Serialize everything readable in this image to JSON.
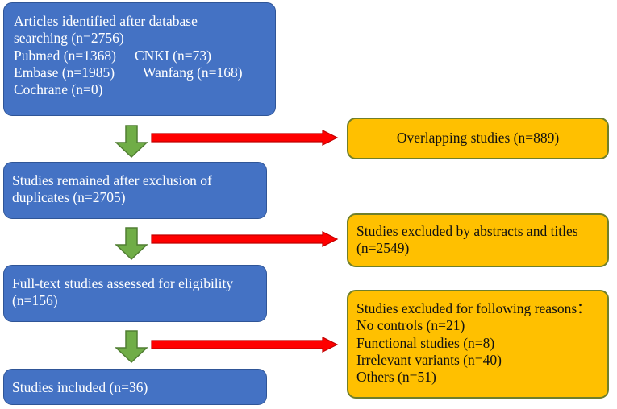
{
  "boxes": {
    "identified": {
      "title_line1": "Articles identified after database",
      "title_line2": "searching (n=2756)",
      "pubmed": "Pubmed (n=1368)",
      "cnki": "CNKI (n=73)",
      "embase": "Embase (n=1985)",
      "wanfang": "Wanfang (n=168)",
      "cochrane": "Cochrane (n=0)"
    },
    "remained": {
      "line1": "Studies remained after exclusion of",
      "line2": "duplicates (n=2705)"
    },
    "assessed": {
      "line1": "Full-text studies assessed for eligibility",
      "line2": "(n=156)"
    },
    "included": {
      "line1": "Studies included (n=36)"
    },
    "overlapping": {
      "line1": "Overlapping studies (n=889)"
    },
    "excluded_abstracts": {
      "line1": "Studies excluded by abstracts and titles",
      "line2": "(n=2549)"
    },
    "excluded_reasons": {
      "title": "Studies excluded for following reasons：",
      "items": [
        "No controls (n=21)",
        "Functional studies (n=8)",
        "Irrelevant variants (n=40)",
        "Others (n=51)"
      ]
    }
  },
  "colors": {
    "main_box": "#4472c4",
    "side_box": "#ffc000",
    "down_arrow": "#70ad47",
    "right_arrow": "#ff0000"
  }
}
